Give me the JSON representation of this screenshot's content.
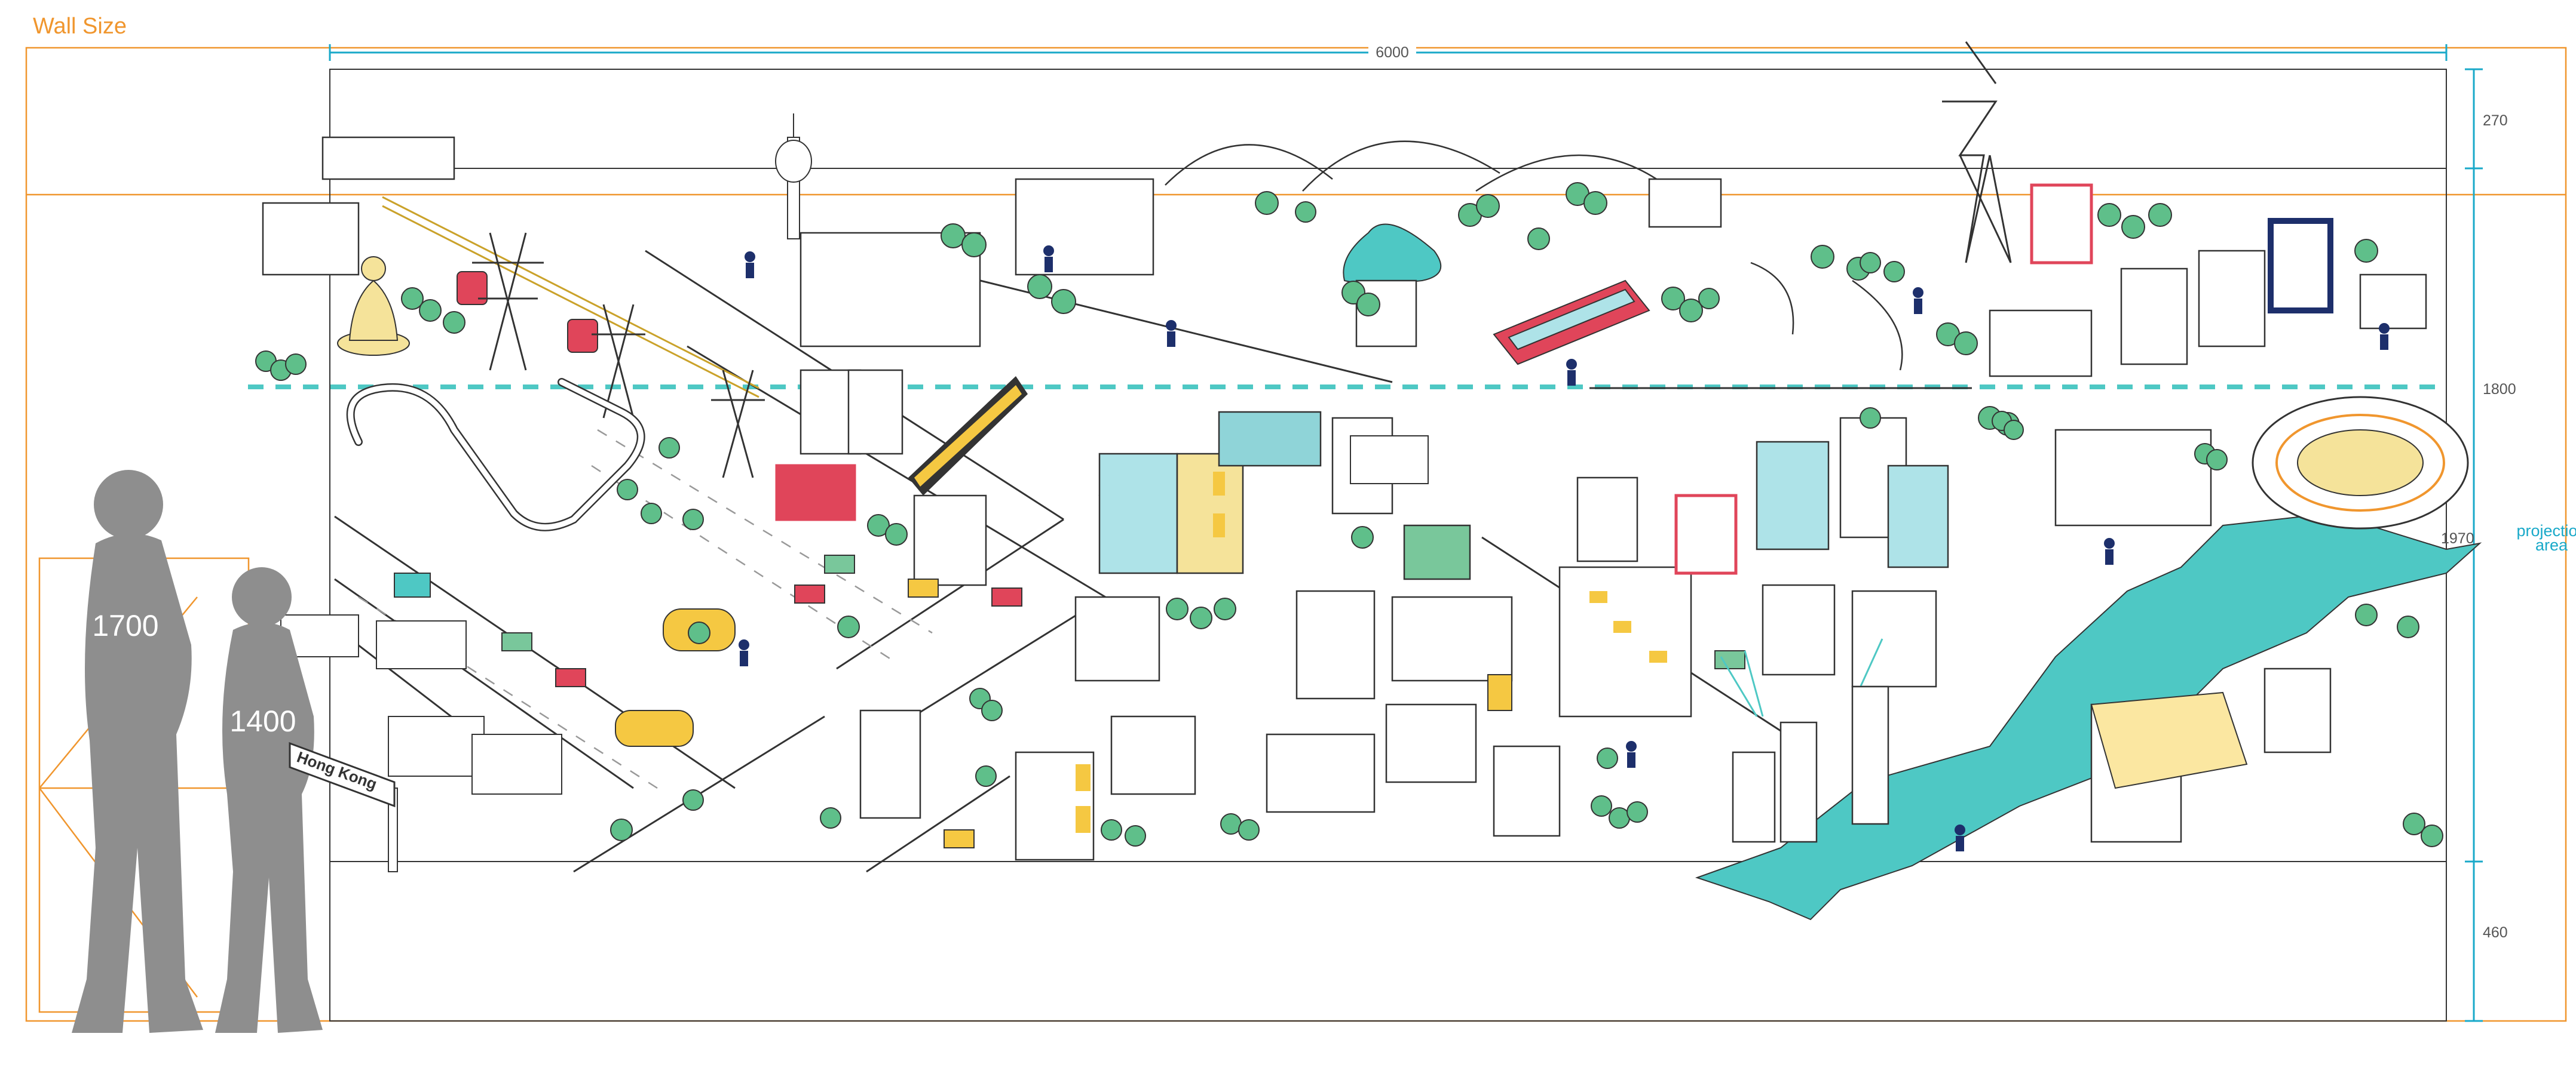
{
  "header": {
    "title": "Wall Size"
  },
  "dimensions": {
    "width": "6000",
    "top": "270",
    "middle": "1800",
    "projection_height": "1970",
    "bottom": "460"
  },
  "projection_label": {
    "line1": "projection",
    "line2": "area"
  },
  "figures": {
    "tall": "1700",
    "short": "1400"
  },
  "street_sign": "Hong Kong",
  "colors": {
    "orange": "#f0962e",
    "teal": "#4ec8c4",
    "dim_blue": "#19a9c9",
    "tree_green": "#5fbf8a",
    "navy": "#1d2f6b",
    "yellow": "#f5c842",
    "silhouette": "#8e8e8e",
    "sign_red": "#e0455a"
  }
}
